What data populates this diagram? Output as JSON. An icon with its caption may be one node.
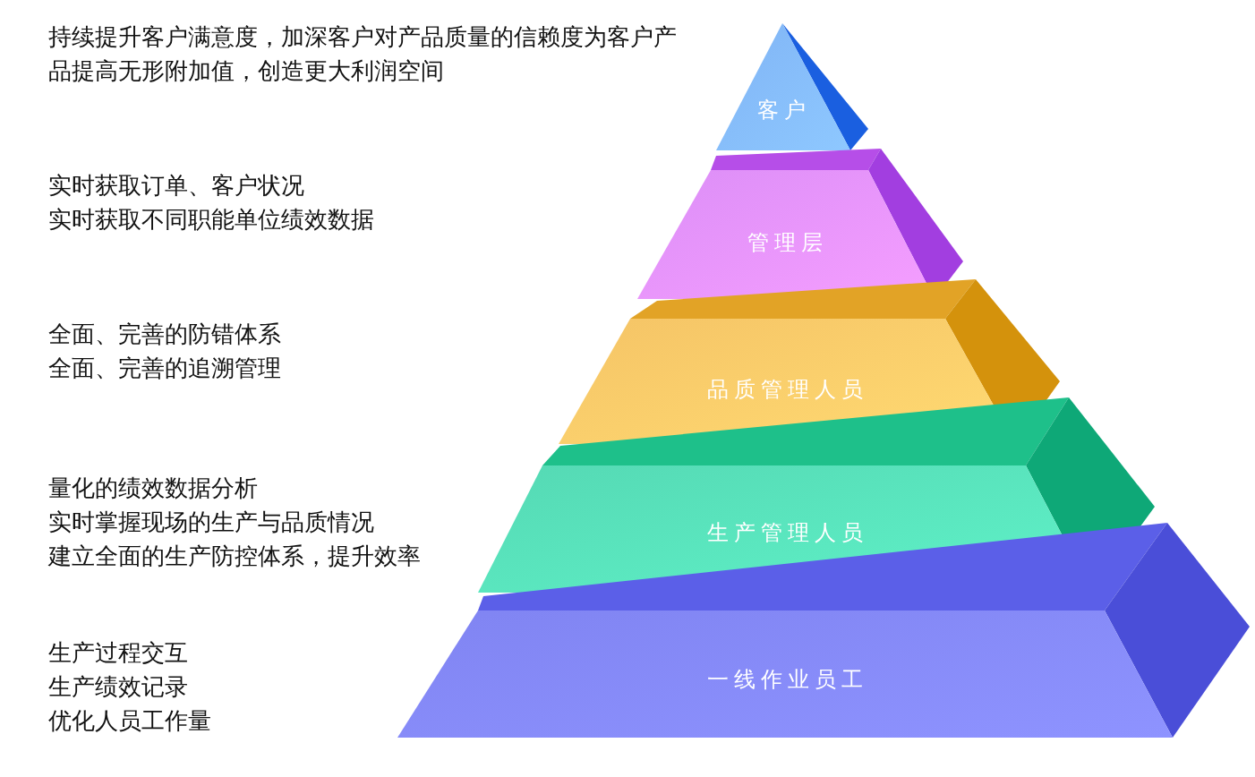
{
  "diagram": {
    "nodes": [
      {
        "text": [
          "客户"
        ],
        "beside": [
          "持续提升客户满意度，加深客户对产品质量的信赖度为客户产品提高无形附加值，创造更大利润空间"
        ]
      },
      {
        "text": [
          "管理层"
        ],
        "beside": [
          "实时获取订单、客户状况",
          "实时获取不同职能单位绩效数据"
        ]
      },
      {
        "text": [
          "品质管理人员"
        ],
        "beside": [
          "全面、完善的防错体系",
          "全面、完善的追溯管理"
        ]
      },
      {
        "text": [
          "生产管理人员"
        ],
        "beside": [
          "量化的绩效数据分析",
          "实时掌握现场的生产与品质情况",
          "建立全面的生产防控体系，提升效率"
        ]
      },
      {
        "text": [
          "一线作业员工"
        ],
        "beside": [
          "生产过程交互",
          "生产绩效记录",
          "优化人员工作量"
        ]
      }
    ]
  }
}
